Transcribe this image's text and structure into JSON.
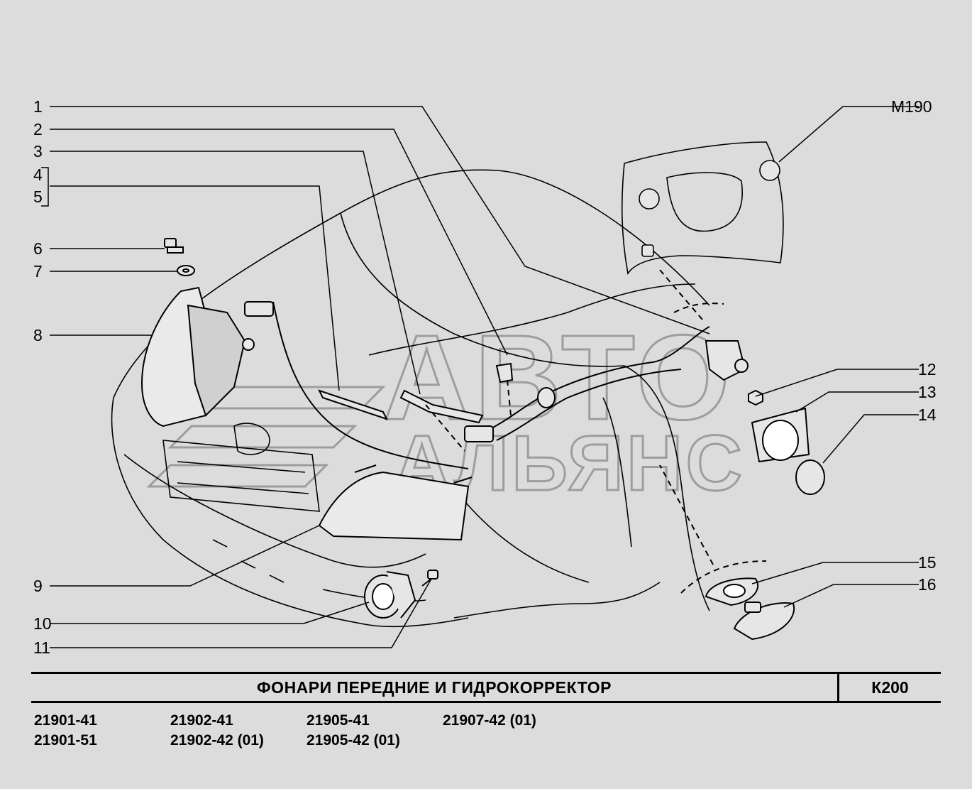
{
  "callouts": {
    "c1": "1",
    "c2": "2",
    "c3": "3",
    "c4": "4",
    "c5": "5",
    "c6": "6",
    "c7": "7",
    "c8": "8",
    "c9": "9",
    "c10": "10",
    "c11": "11",
    "c12": "12",
    "c13": "13",
    "c14": "14",
    "c15": "15",
    "c16": "16",
    "ref": "М190"
  },
  "watermark": {
    "line1": "АВТО",
    "line2": "АЛЬЯНС"
  },
  "title": "ФОНАРИ  ПЕРЕДНИЕ  И  ГИДРОКОРРЕКТОР",
  "code": "К200",
  "models": {
    "m1": "21901-41",
    "m2": "21901-51",
    "m3": "21902-41",
    "m4": "21902-42 (01)",
    "m5": "21905-41",
    "m6": "21905-42 (01)",
    "m7": "21907-42 (01)"
  },
  "colors": {
    "background": "#dcdcdc",
    "ink": "#000000"
  }
}
